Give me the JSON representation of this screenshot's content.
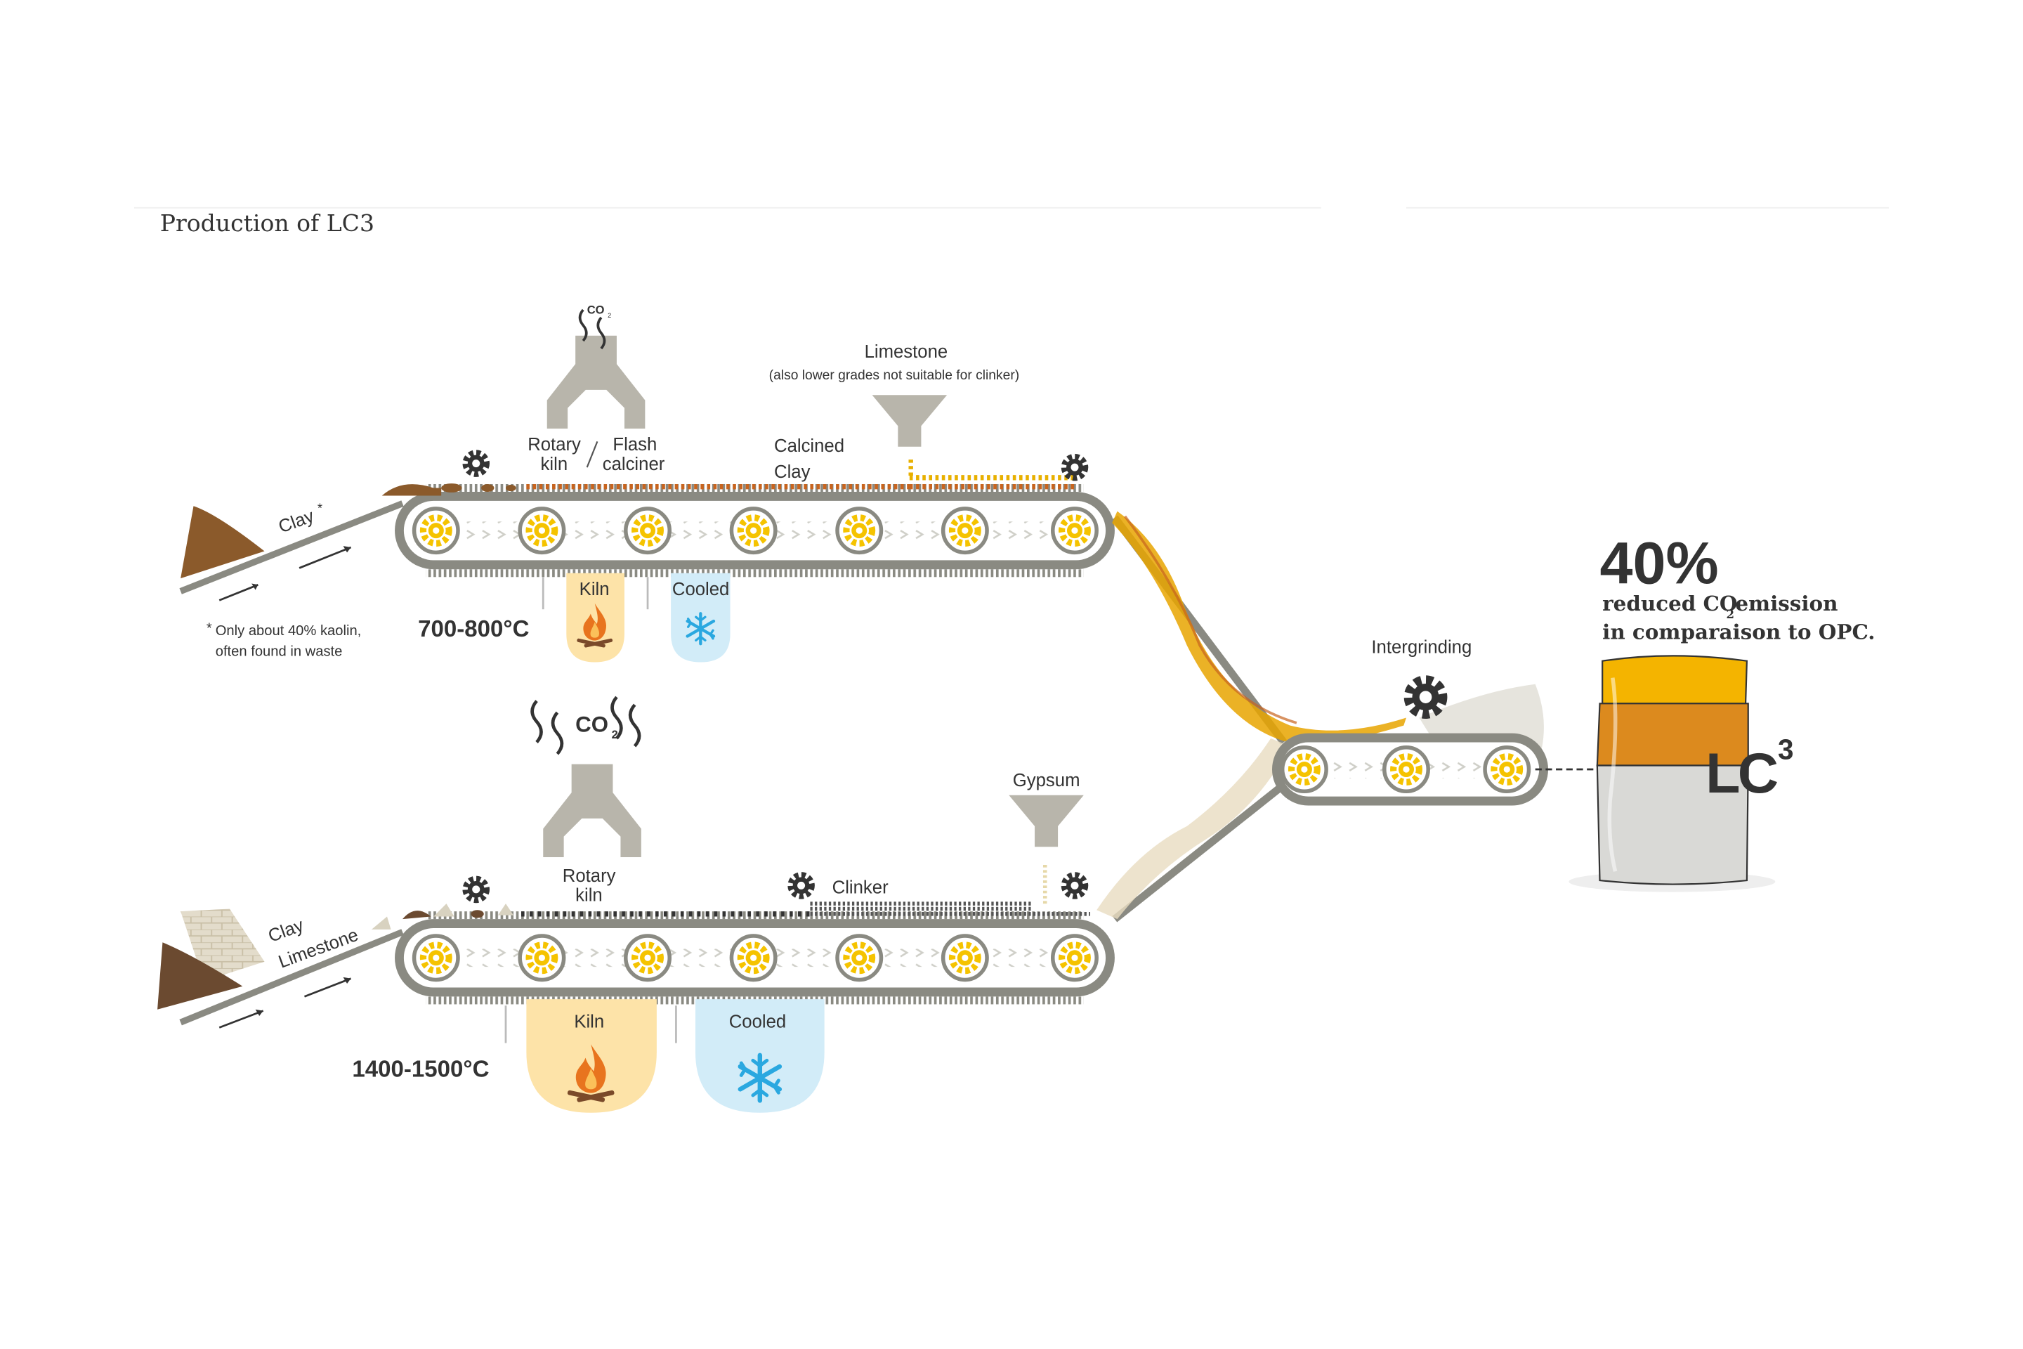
{
  "title": "Production of LC3",
  "top_line": {
    "input_label": "Clay",
    "footnote_line1": "Only about 40% kaolin,",
    "footnote_line2": "often found in waste",
    "co2": "CO",
    "kiln_type_1a": "Rotary",
    "kiln_type_1b": "kiln",
    "kiln_type_2a": "Flash",
    "kiln_type_2b": "calciner",
    "calcined_1": "Calcined",
    "calcined_2": "Clay",
    "limestone": "Limestone",
    "limestone_note": "(also lower grades not suitable for clinker)",
    "kiln": "Kiln",
    "cooled": "Cooled",
    "temperature": "700-800°C"
  },
  "bottom_line": {
    "input_clay": "Clay",
    "input_limestone": "Limestone",
    "co2": "CO",
    "kiln_type_a": "Rotary",
    "kiln_type_b": "kiln",
    "clinker": "Clinker",
    "gypsum": "Gypsum",
    "kiln": "Kiln",
    "cooled": "Cooled",
    "temperature": "1400-1500°C"
  },
  "merge": {
    "label": "Intergrinding"
  },
  "result": {
    "percent": "40%",
    "line1a": "reduced CO",
    "line1b": " emission",
    "line2": "in comparaison to OPC.",
    "product": "LC",
    "product_sup": "3"
  },
  "colors": {
    "belt": "#8a8a82",
    "roller": "#f5c300",
    "clay": "#8b5a2b",
    "calcined": "#d2691e",
    "limestone": "#e8b000",
    "kiln_bg": "#fde3a8",
    "cooled_bg": "#d2ecf8",
    "flame": "#e8741e",
    "snow": "#2aa8e0",
    "bag_top": "#f4b400",
    "bag_mid": "#dc8a1e",
    "bag_bottom": "#d9d9d6",
    "funnel": "#b8b5ab"
  }
}
